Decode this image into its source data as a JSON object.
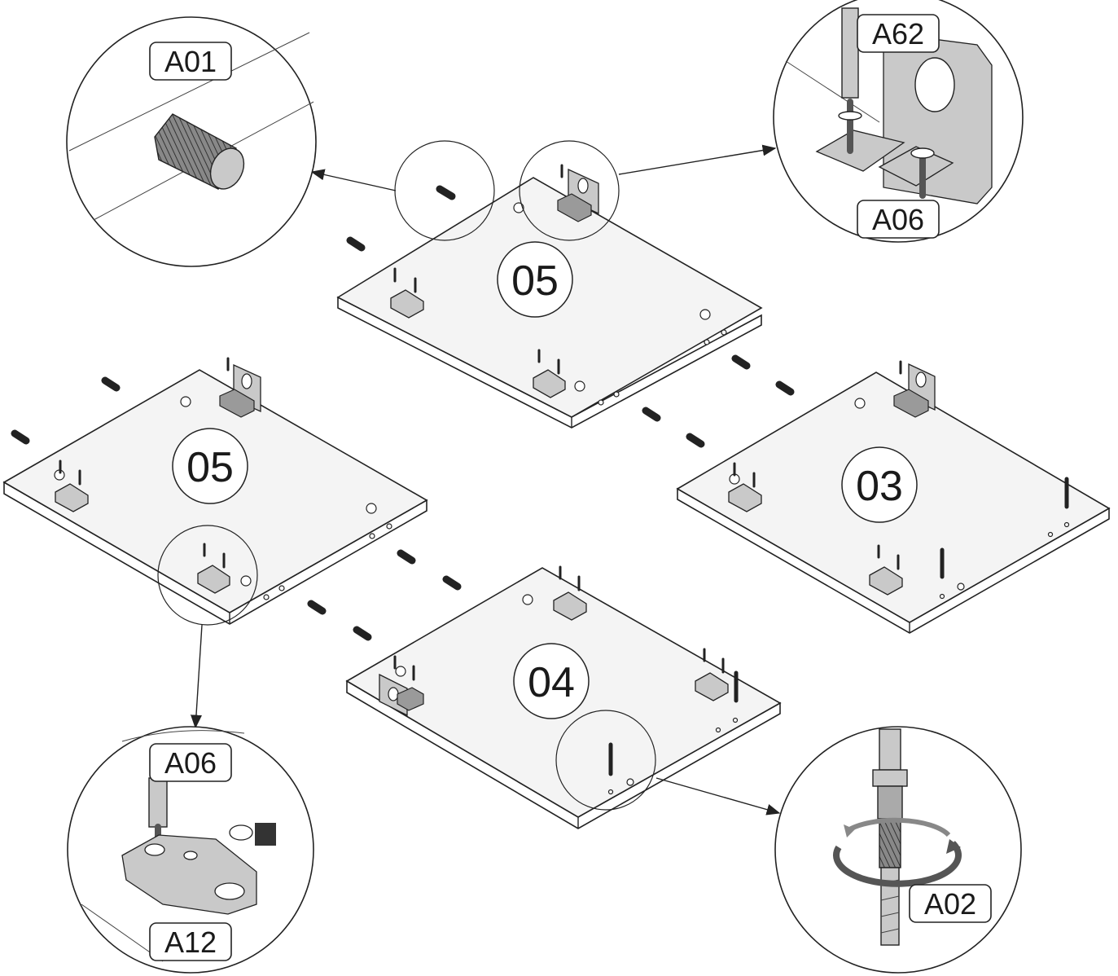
{
  "panels": {
    "top": "05",
    "left": "05",
    "right": "03",
    "bottom": "04"
  },
  "tags": {
    "dowel": "A01",
    "driver": "A62",
    "bracket_screw": "A06",
    "hinge_screw": "A06",
    "hinge_plate": "A12",
    "cam_bolt": "A02"
  }
}
